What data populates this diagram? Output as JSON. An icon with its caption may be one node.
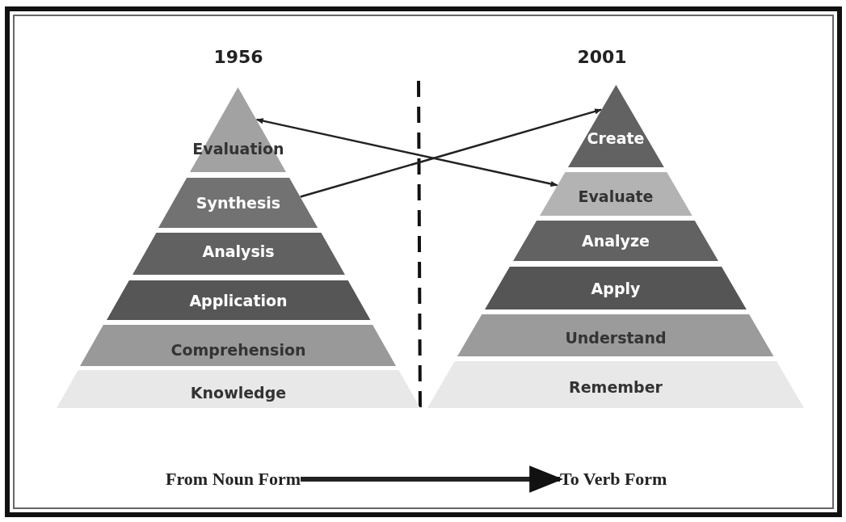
{
  "diagram": {
    "nodes": [
      {
        "text": [
          "Evaluation"
        ]
      },
      {
        "text": [
          "Synthesis"
        ]
      },
      {
        "text": [
          "Analysis"
        ]
      },
      {
        "text": [
          "Application"
        ]
      },
      {
        "text": [
          "Comprehension"
        ]
      },
      {
        "text": [
          "Knowledge"
        ]
      },
      {
        "text": [
          "Create"
        ]
      },
      {
        "text": [
          "Evaluate"
        ]
      },
      {
        "text": [
          "Analyze"
        ]
      },
      {
        "text": [
          "Apply"
        ]
      },
      {
        "text": [
          "Understand"
        ]
      },
      {
        "text": [
          "Remember"
        ]
      },
      {
        "text": [
          "From Noun Form"
        ]
      },
      {
        "text": [
          "To Verb Form"
        ]
      }
    ],
    "edges": [
      {
        "from": 0,
        "to": 7,
        "arrow": "both"
      },
      {
        "from": 1,
        "to": 6,
        "arrow": "to"
      },
      {
        "from": 12,
        "to": 13,
        "arrow": "to",
        "style": "thick"
      }
    ],
    "labels": [
      "1956",
      "2001"
    ]
  }
}
